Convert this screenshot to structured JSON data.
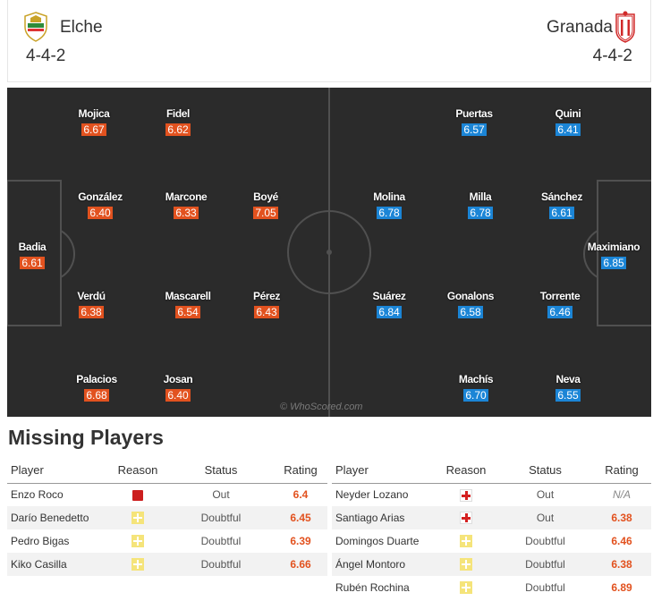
{
  "header": {
    "home_team": "Elche",
    "home_formation": "4-4-2",
    "away_team": "Granada",
    "away_formation": "4-4-2",
    "home_crest_icon": "elche-crest-icon",
    "away_crest_icon": "granada-crest-icon"
  },
  "pitch": {
    "watermark": "© WhoScored.com",
    "home_players": [
      {
        "name": "Mojica",
        "rating": "6.67"
      },
      {
        "name": "Fidel",
        "rating": "6.62"
      },
      {
        "name": "González",
        "rating": "6.40"
      },
      {
        "name": "Marcone",
        "rating": "6.33"
      },
      {
        "name": "Boyé",
        "rating": "7.05"
      },
      {
        "name": "Badia",
        "rating": "6.61"
      },
      {
        "name": "Verdú",
        "rating": "6.38"
      },
      {
        "name": "Mascarell",
        "rating": "6.54"
      },
      {
        "name": "Pérez",
        "rating": "6.43"
      },
      {
        "name": "Palacios",
        "rating": "6.68"
      },
      {
        "name": "Josan",
        "rating": "6.40"
      }
    ],
    "away_players": [
      {
        "name": "Puertas",
        "rating": "6.57"
      },
      {
        "name": "Quini",
        "rating": "6.41"
      },
      {
        "name": "Molina",
        "rating": "6.78"
      },
      {
        "name": "Milla",
        "rating": "6.78"
      },
      {
        "name": "Sánchez",
        "rating": "6.61"
      },
      {
        "name": "Maximiano",
        "rating": "6.85"
      },
      {
        "name": "Suárez",
        "rating": "6.84"
      },
      {
        "name": "Gonalons",
        "rating": "6.58"
      },
      {
        "name": "Torrente",
        "rating": "6.46"
      },
      {
        "name": "Machís",
        "rating": "6.70"
      },
      {
        "name": "Neva",
        "rating": "6.55"
      }
    ],
    "colors": {
      "home": "#e2521f",
      "away": "#1b85d6",
      "pitch": "#2b2b2b"
    }
  },
  "missing": {
    "title": "Missing Players",
    "columns": [
      "Player",
      "Reason",
      "Status",
      "Rating"
    ],
    "home": [
      {
        "player": "Enzo Roco",
        "reason_icon": "red-card-icon",
        "status": "Out",
        "rating": "6.4"
      },
      {
        "player": "Darío Benedetto",
        "reason_icon": "doubtful-icon",
        "status": "Doubtful",
        "rating": "6.45"
      },
      {
        "player": "Pedro Bigas",
        "reason_icon": "doubtful-icon",
        "status": "Doubtful",
        "rating": "6.39"
      },
      {
        "player": "Kiko Casilla",
        "reason_icon": "doubtful-icon",
        "status": "Doubtful",
        "rating": "6.66"
      }
    ],
    "away": [
      {
        "player": "Neyder Lozano",
        "reason_icon": "injury-icon",
        "status": "Out",
        "rating": "N/A"
      },
      {
        "player": "Santiago Arias",
        "reason_icon": "injury-icon",
        "status": "Out",
        "rating": "6.38"
      },
      {
        "player": "Domingos Duarte",
        "reason_icon": "doubtful-icon",
        "status": "Doubtful",
        "rating": "6.46"
      },
      {
        "player": "Ángel Montoro",
        "reason_icon": "doubtful-icon",
        "status": "Doubtful",
        "rating": "6.38"
      },
      {
        "player": "Rubén Rochina",
        "reason_icon": "doubtful-icon",
        "status": "Doubtful",
        "rating": "6.89"
      }
    ]
  }
}
